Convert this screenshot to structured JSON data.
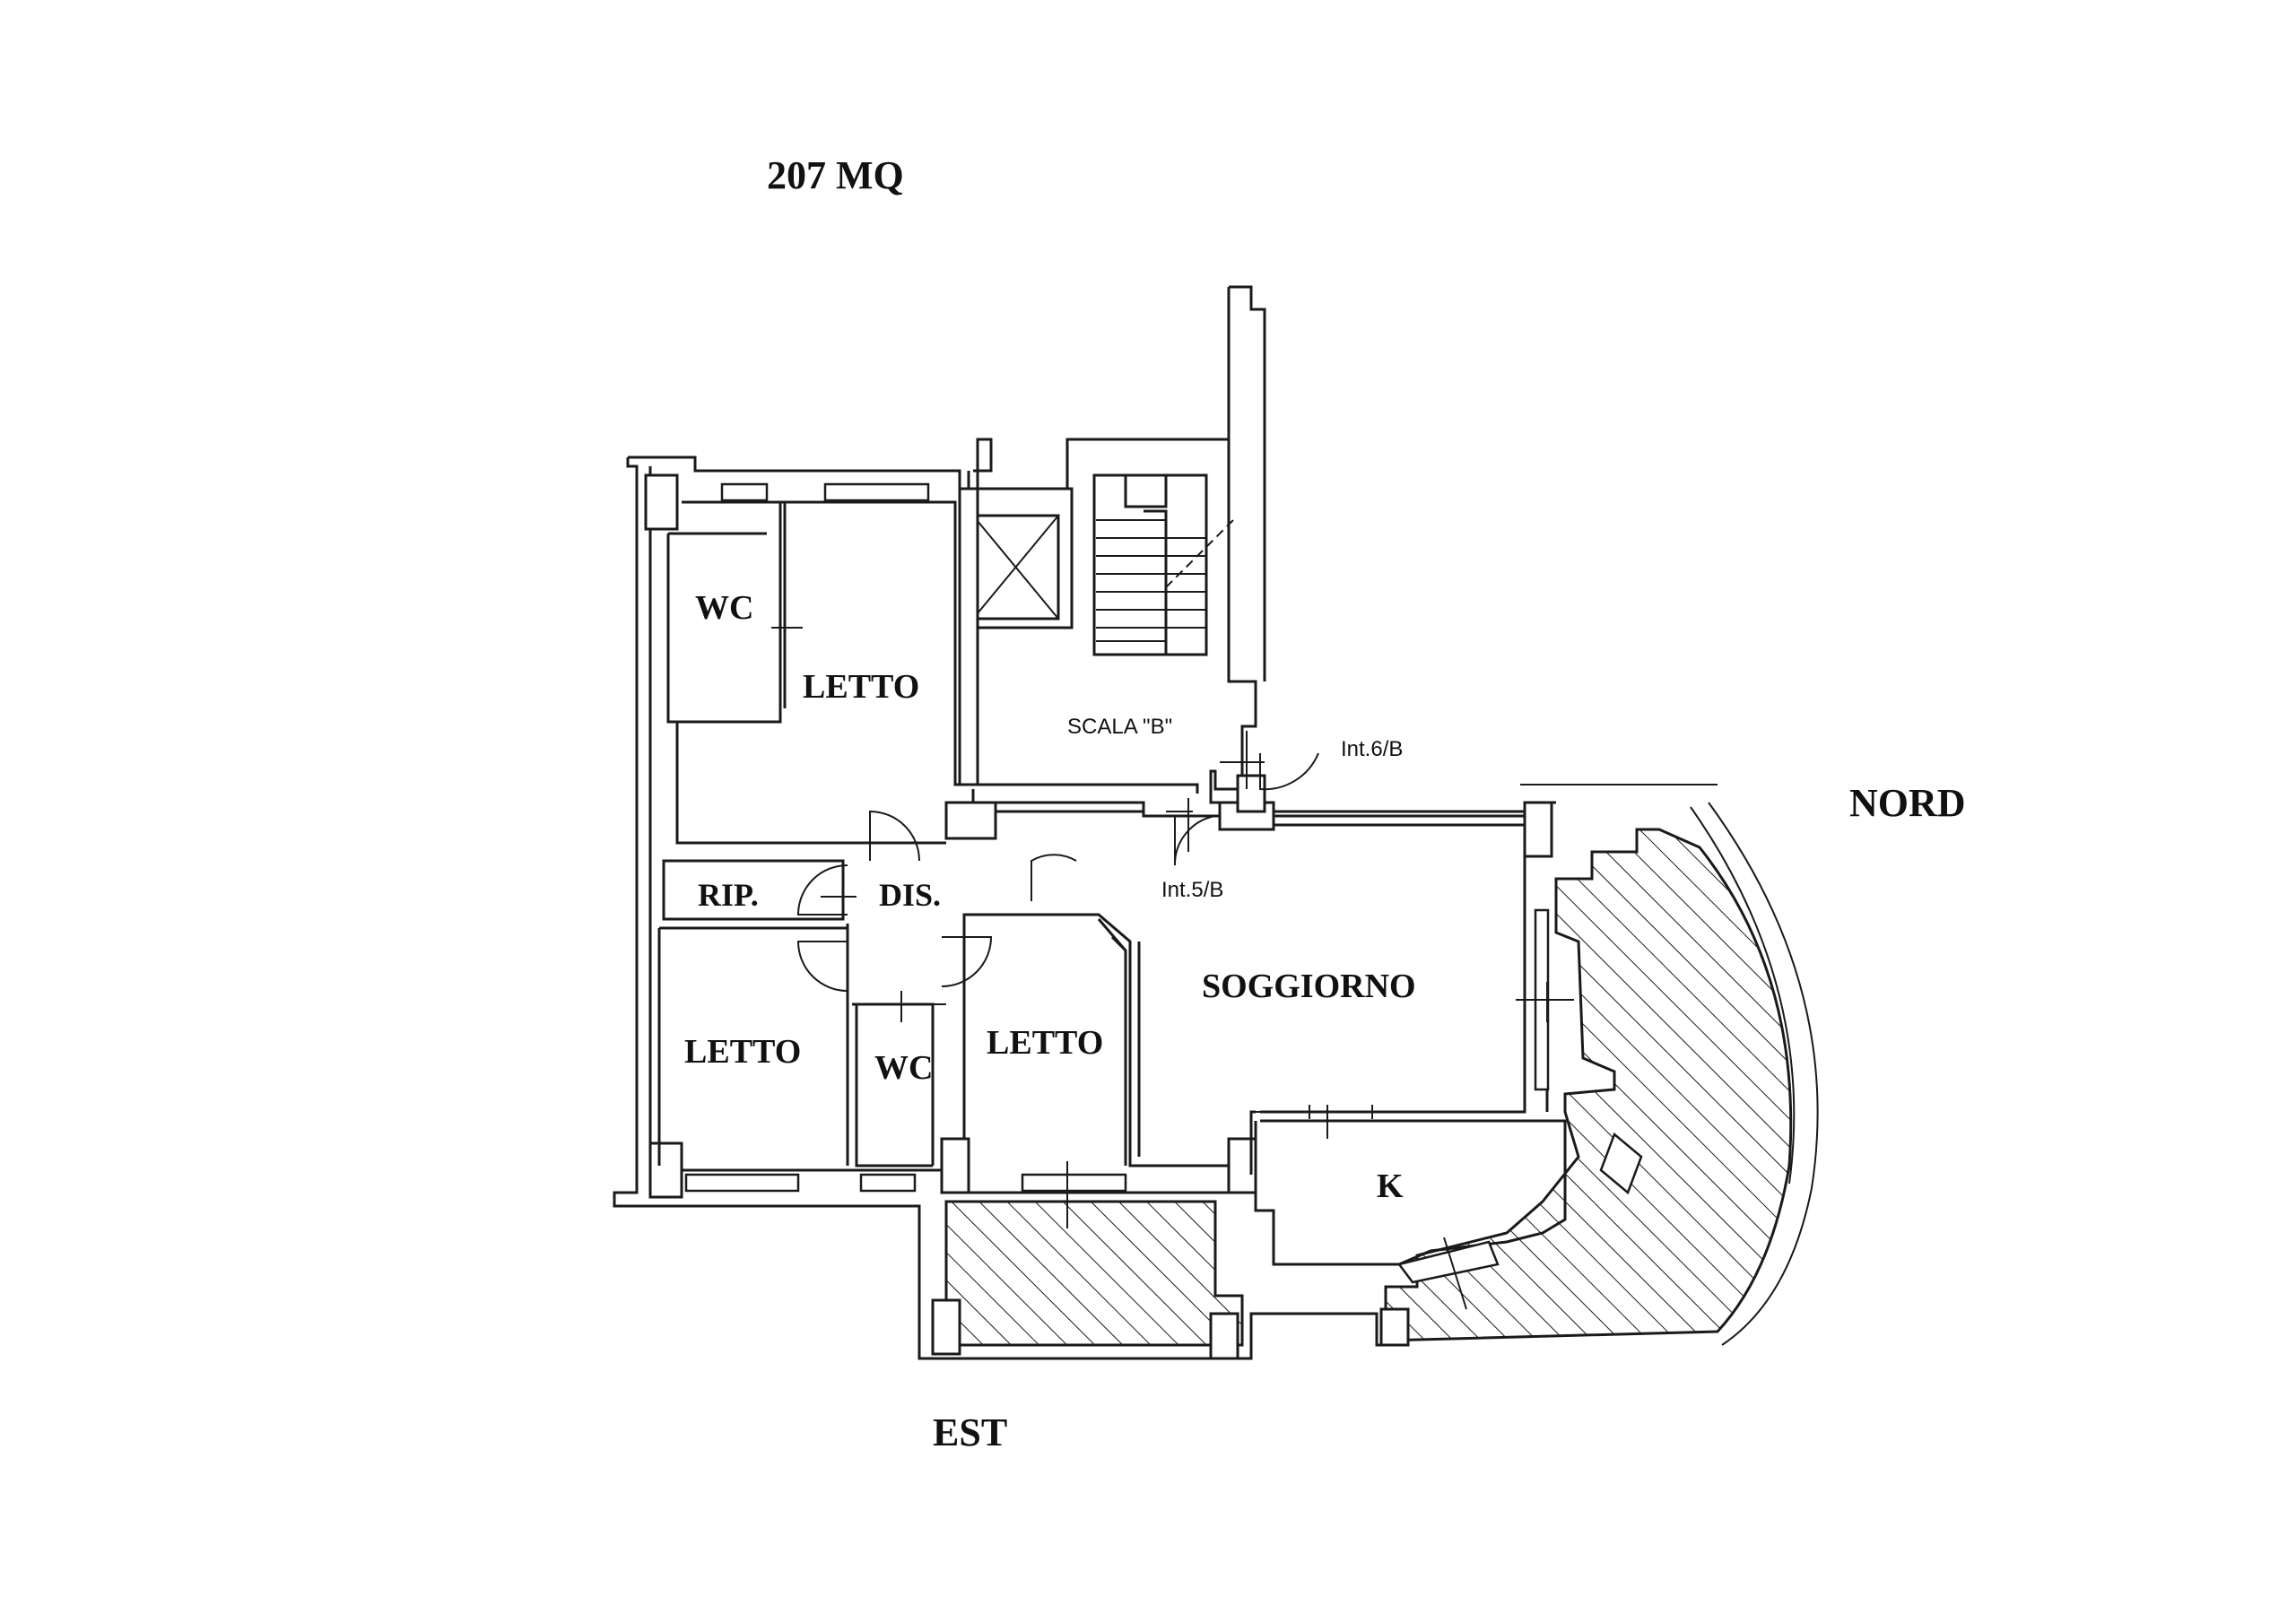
{
  "header": {
    "area": "207 MQ"
  },
  "orientation": {
    "north": "NORD",
    "east": "EST"
  },
  "rooms": {
    "wc_top": "WC",
    "letto_top": "LETTO",
    "scala": "SCALA \"B\"",
    "int6": "Int.6/B",
    "int5": "Int.5/B",
    "rip": "RIP.",
    "dis": "DIS.",
    "soggiorno": "SOGGIORNO",
    "letto_left": "LETTO",
    "wc_bottom": "WC",
    "letto_mid": "LETTO",
    "kitchen": "K"
  }
}
